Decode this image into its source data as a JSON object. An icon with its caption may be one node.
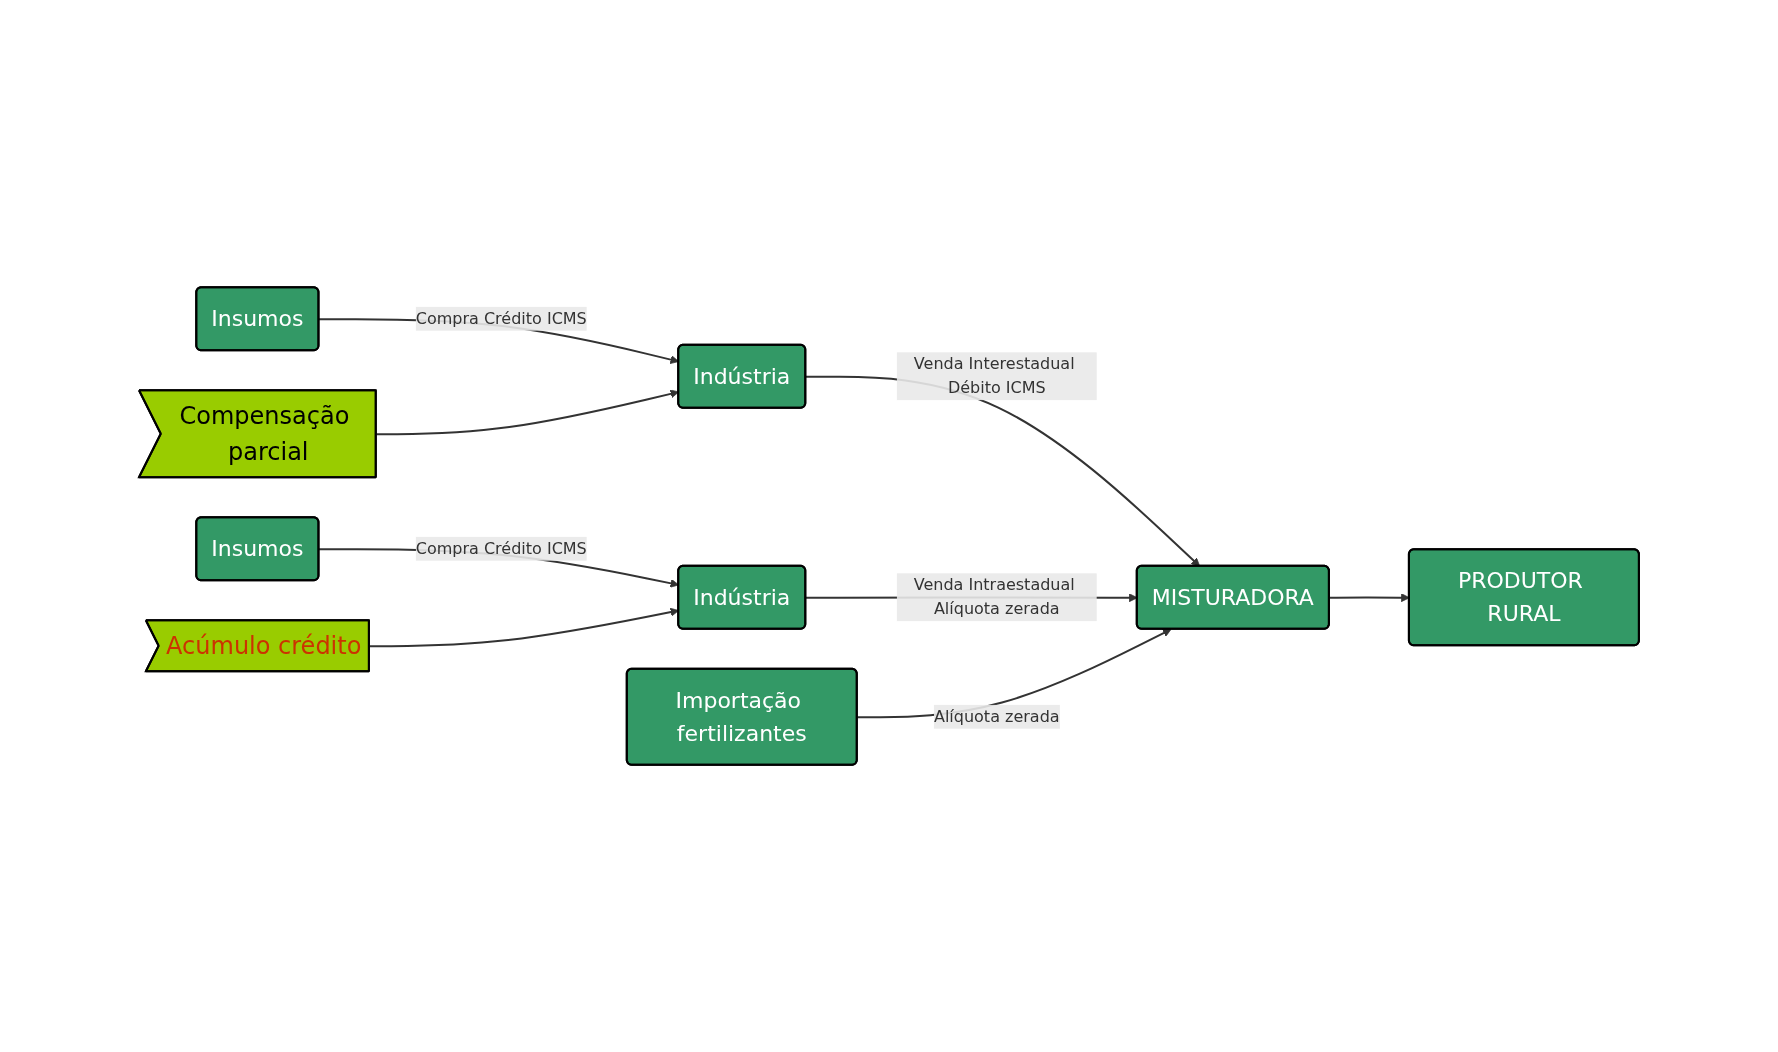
{
  "diagram": {
    "nodes": [
      {
        "text": [
          "Insumos"
        ]
      },
      {
        "text": [
          "Indústria"
        ]
      },
      {
        "text": [
          "Compensação parcial"
        ]
      },
      {
        "text": [
          "Insumos"
        ]
      },
      {
        "text": [
          "Indústria"
        ]
      },
      {
        "text": [
          "Acúmulo crédito"
        ]
      },
      {
        "text": [
          "Importação fertilizantes"
        ]
      },
      {
        "text": [
          "MISTURADORA"
        ]
      },
      {
        "text": [
          "PRODUTOR RURAL"
        ]
      }
    ],
    "edges": [
      {
        "from": 0,
        "to": 1,
        "arrow": "to",
        "label": "Compra Crédito ICMS"
      },
      {
        "from": 1,
        "to": 7,
        "arrow": "to",
        "label": "Venda Interestadual Débito ICMS"
      },
      {
        "from": 2,
        "to": 1,
        "arrow": "to"
      },
      {
        "from": 3,
        "to": 4,
        "arrow": "to",
        "label": "Compra Crédito ICMS"
      },
      {
        "from": 4,
        "to": 7,
        "arrow": "to",
        "label": "Venda Intraestadual Alíquota zerada"
      },
      {
        "from": 5,
        "to": 4,
        "arrow": "to"
      },
      {
        "from": 6,
        "to": 7,
        "arrow": "to",
        "label": "Alíquota zerada"
      },
      {
        "from": 7,
        "to": 8,
        "arrow": "to"
      }
    ]
  }
}
